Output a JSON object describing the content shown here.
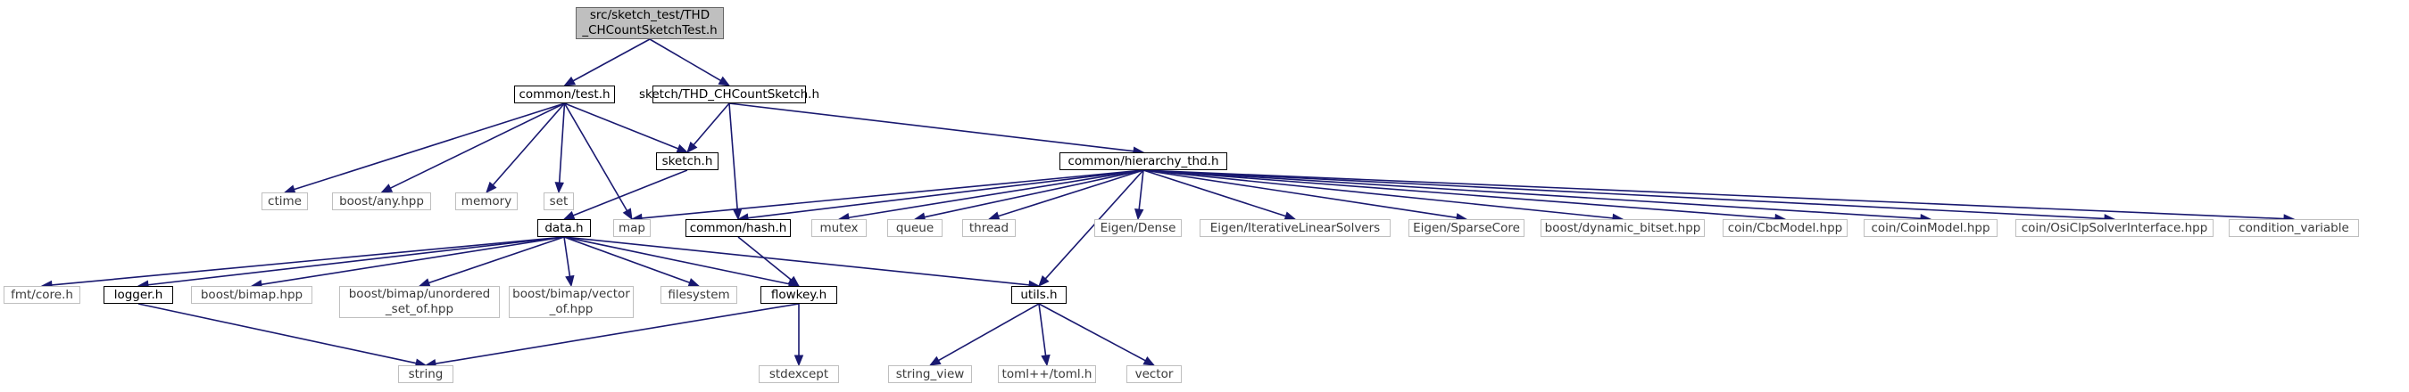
{
  "nodes": {
    "root": {
      "label": "src/sketch_test/THD\n_CHCountSketchTest.h",
      "kind": "root"
    },
    "common_test": {
      "label": "common/test.h",
      "kind": "internal"
    },
    "sketch_thd": {
      "label": "sketch/THD_CHCountSketch.h",
      "kind": "internal"
    },
    "ctime": {
      "label": "ctime",
      "kind": "external"
    },
    "boost_any": {
      "label": "boost/any.hpp",
      "kind": "external"
    },
    "memory": {
      "label": "memory",
      "kind": "external"
    },
    "set": {
      "label": "set",
      "kind": "external"
    },
    "sketch_h": {
      "label": "sketch.h",
      "kind": "internal"
    },
    "hierarchy": {
      "label": "common/hierarchy_thd.h",
      "kind": "internal"
    },
    "data_h": {
      "label": "data.h",
      "kind": "internal"
    },
    "map": {
      "label": "map",
      "kind": "external"
    },
    "hash_h": {
      "label": "common/hash.h",
      "kind": "internal"
    },
    "mutex": {
      "label": "mutex",
      "kind": "external"
    },
    "queue": {
      "label": "queue",
      "kind": "external"
    },
    "thread": {
      "label": "thread",
      "kind": "external"
    },
    "eigen_dense": {
      "label": "Eigen/Dense",
      "kind": "external"
    },
    "eigen_ils": {
      "label": "Eigen/IterativeLinearSolvers",
      "kind": "external"
    },
    "eigen_sparse": {
      "label": "Eigen/SparseCore",
      "kind": "external"
    },
    "boost_bitset": {
      "label": "boost/dynamic_bitset.hpp",
      "kind": "external"
    },
    "coin_cbc": {
      "label": "coin/CbcModel.hpp",
      "kind": "external"
    },
    "coin_model": {
      "label": "coin/CoinModel.hpp",
      "kind": "external"
    },
    "coin_osi": {
      "label": "coin/OsiClpSolverInterface.hpp",
      "kind": "external"
    },
    "cond_var": {
      "label": "condition_variable",
      "kind": "external"
    },
    "fmt_core": {
      "label": "fmt/core.h",
      "kind": "external"
    },
    "logger_h": {
      "label": "logger.h",
      "kind": "internal"
    },
    "boost_bimap": {
      "label": "boost/bimap.hpp",
      "kind": "external"
    },
    "bimap_unordered": {
      "label": "boost/bimap/unordered\n_set_of.hpp",
      "kind": "external"
    },
    "bimap_vector": {
      "label": "boost/bimap/vector\n_of.hpp",
      "kind": "external"
    },
    "filesystem": {
      "label": "filesystem",
      "kind": "external"
    },
    "flowkey_h": {
      "label": "flowkey.h",
      "kind": "internal"
    },
    "utils_h": {
      "label": "utils.h",
      "kind": "internal"
    },
    "string": {
      "label": "string",
      "kind": "external"
    },
    "stdexcept": {
      "label": "stdexcept",
      "kind": "external"
    },
    "string_view": {
      "label": "string_view",
      "kind": "external"
    },
    "toml": {
      "label": "toml++/toml.h",
      "kind": "external"
    },
    "vector": {
      "label": "vector",
      "kind": "external"
    }
  },
  "edges": [
    [
      "root",
      "common_test"
    ],
    [
      "root",
      "sketch_thd"
    ],
    [
      "common_test",
      "ctime"
    ],
    [
      "common_test",
      "boost_any"
    ],
    [
      "common_test",
      "memory"
    ],
    [
      "common_test",
      "set"
    ],
    [
      "common_test",
      "sketch_h"
    ],
    [
      "common_test",
      "map"
    ],
    [
      "sketch_thd",
      "sketch_h"
    ],
    [
      "sketch_thd",
      "hash_h"
    ],
    [
      "sketch_thd",
      "hierarchy"
    ],
    [
      "sketch_h",
      "data_h"
    ],
    [
      "hierarchy",
      "map"
    ],
    [
      "hierarchy",
      "hash_h"
    ],
    [
      "hierarchy",
      "mutex"
    ],
    [
      "hierarchy",
      "queue"
    ],
    [
      "hierarchy",
      "thread"
    ],
    [
      "hierarchy",
      "eigen_dense"
    ],
    [
      "hierarchy",
      "eigen_ils"
    ],
    [
      "hierarchy",
      "eigen_sparse"
    ],
    [
      "hierarchy",
      "boost_bitset"
    ],
    [
      "hierarchy",
      "coin_cbc"
    ],
    [
      "hierarchy",
      "coin_model"
    ],
    [
      "hierarchy",
      "coin_osi"
    ],
    [
      "hierarchy",
      "cond_var"
    ],
    [
      "hierarchy",
      "utils_h"
    ],
    [
      "data_h",
      "fmt_core"
    ],
    [
      "data_h",
      "logger_h"
    ],
    [
      "data_h",
      "boost_bimap"
    ],
    [
      "data_h",
      "bimap_unordered"
    ],
    [
      "data_h",
      "bimap_vector"
    ],
    [
      "data_h",
      "filesystem"
    ],
    [
      "data_h",
      "flowkey_h"
    ],
    [
      "data_h",
      "utils_h"
    ],
    [
      "hash_h",
      "flowkey_h"
    ],
    [
      "logger_h",
      "string"
    ],
    [
      "flowkey_h",
      "string"
    ],
    [
      "flowkey_h",
      "stdexcept"
    ],
    [
      "utils_h",
      "string_view"
    ],
    [
      "utils_h",
      "toml"
    ],
    [
      "utils_h",
      "vector"
    ]
  ]
}
